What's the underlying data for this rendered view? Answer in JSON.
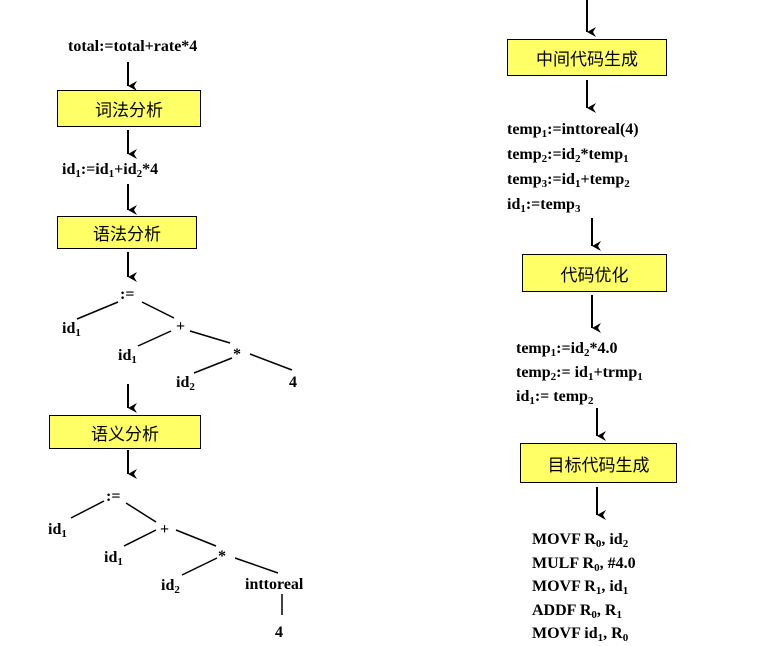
{
  "left": {
    "source": "total:=total+rate*4",
    "lexical_label": "词法分析",
    "tokens": [
      {
        "t": "id"
      },
      {
        "s": "1"
      },
      {
        "t": ":=id"
      },
      {
        "s": "1"
      },
      {
        "t": "+id"
      },
      {
        "s": "2"
      },
      {
        "t": "*4"
      }
    ],
    "syntax_label": "语法分析",
    "semantic_label": "语义分析",
    "tree1": {
      "assign": ":=",
      "id1": {
        "t": "id",
        "s": "1"
      },
      "plus": "+",
      "id1b": {
        "t": "id",
        "s": "1"
      },
      "mul": "*",
      "id2": {
        "t": "id",
        "s": "2"
      },
      "four": "4"
    },
    "tree2": {
      "assign": ":=",
      "id1": {
        "t": "id",
        "s": "1"
      },
      "plus": "+",
      "id1b": {
        "t": "id",
        "s": "1"
      },
      "mul": "*",
      "id2": {
        "t": "id",
        "s": "2"
      },
      "conv": "inttoreal",
      "four": "4"
    }
  },
  "right": {
    "icg_label": "中间代码生成",
    "icg_lines": [
      [
        {
          "t": "temp"
        },
        {
          "s": "1"
        },
        {
          "t": ":=inttoreal(4)"
        }
      ],
      [
        {
          "t": "temp"
        },
        {
          "s": "2"
        },
        {
          "t": ":=id"
        },
        {
          "s": "2"
        },
        {
          "t": "*temp"
        },
        {
          "s": "1"
        }
      ],
      [
        {
          "t": "temp"
        },
        {
          "s": "3"
        },
        {
          "t": ":=id"
        },
        {
          "s": "1"
        },
        {
          "t": "+temp"
        },
        {
          "s": "2"
        }
      ],
      [
        {
          "t": "id"
        },
        {
          "s": "1"
        },
        {
          "t": ":=temp"
        },
        {
          "s": "3"
        }
      ]
    ],
    "opt_label": "代码优化",
    "opt_lines": [
      [
        {
          "t": "temp"
        },
        {
          "s": "1"
        },
        {
          "t": ":=id"
        },
        {
          "s": "2"
        },
        {
          "t": "*4.0"
        }
      ],
      [
        {
          "t": "temp"
        },
        {
          "s": "2"
        },
        {
          "t": ":= id"
        },
        {
          "s": "1"
        },
        {
          "t": "+trmp"
        },
        {
          "s": "1"
        }
      ],
      [
        {
          "t": "id"
        },
        {
          "s": "1"
        },
        {
          "t": ":= temp"
        },
        {
          "s": "2"
        }
      ]
    ],
    "tcg_label": "目标代码生成",
    "target_lines": [
      [
        {
          "t": "MOVF R"
        },
        {
          "s": "0"
        },
        {
          "t": ", id"
        },
        {
          "s": "2"
        }
      ],
      [
        {
          "t": "MULF R"
        },
        {
          "s": "0"
        },
        {
          "t": ", #4.0"
        }
      ],
      [
        {
          "t": "MOVF R"
        },
        {
          "s": "1"
        },
        {
          "t": ", id"
        },
        {
          "s": "1"
        }
      ],
      [
        {
          "t": "ADDF R"
        },
        {
          "s": "0"
        },
        {
          "t": ", R"
        },
        {
          "s": "1"
        }
      ],
      [
        {
          "t": "MOVF id"
        },
        {
          "s": "1"
        },
        {
          "t": ", R"
        },
        {
          "s": "0"
        }
      ]
    ]
  }
}
